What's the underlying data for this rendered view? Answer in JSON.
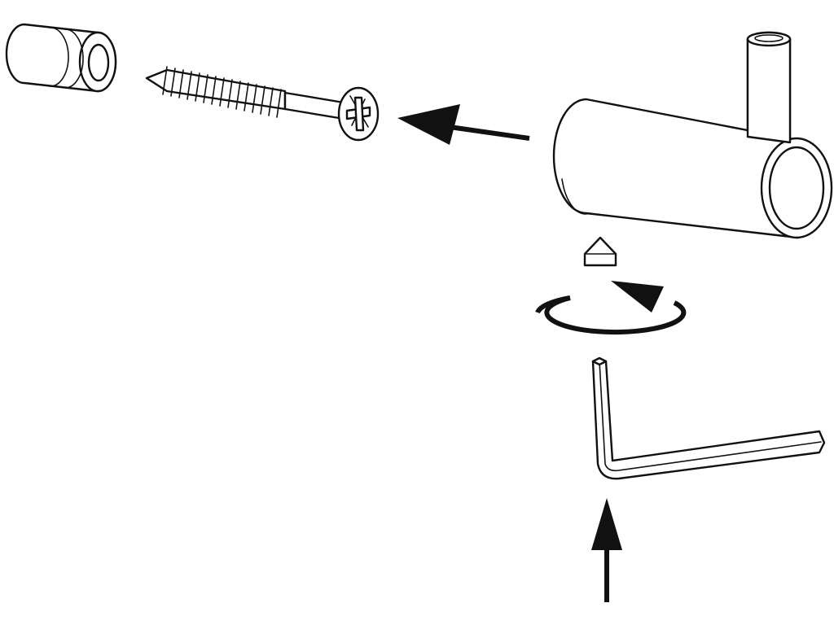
{
  "diagram": {
    "kind": "assembly-instruction",
    "text_labels": [],
    "colors": {
      "line": "#111111",
      "fill": "#ffffff",
      "background": "#ffffff"
    },
    "parts": [
      {
        "name": "wall-plug",
        "icon": "wall-plug-icon"
      },
      {
        "name": "wood-screw",
        "icon": "screw-icon"
      },
      {
        "name": "coat-hook",
        "icon": "hook-icon"
      },
      {
        "name": "set-screw",
        "icon": "set-screw-icon"
      },
      {
        "name": "hex-key",
        "icon": "allen-key-icon"
      }
    ],
    "steps": [
      {
        "action": "insert",
        "icon": "left-arrow-icon"
      },
      {
        "action": "rotate",
        "icon": "rotate-clockwise-icon"
      },
      {
        "action": "push-up",
        "icon": "up-arrow-icon"
      }
    ]
  }
}
